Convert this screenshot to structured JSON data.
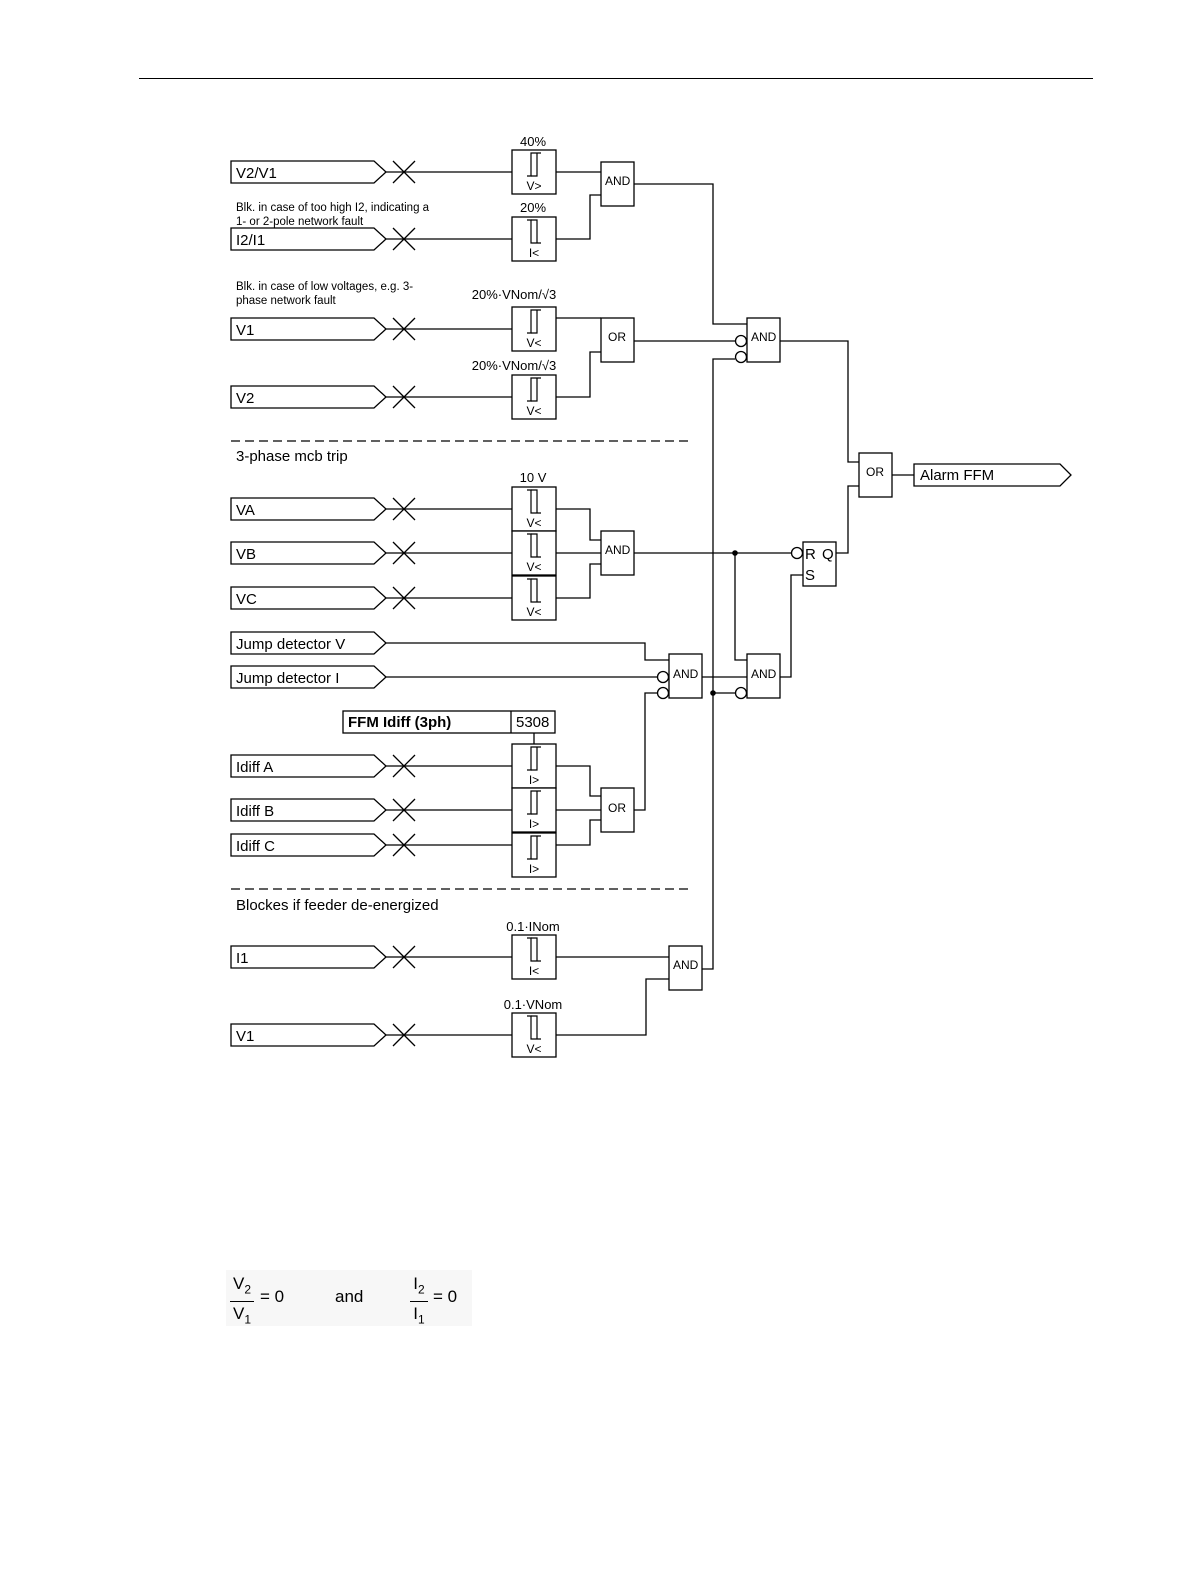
{
  "inputs": {
    "v2v1": "V2/V1",
    "i2i1": "I2/I1",
    "v1_a": "V1",
    "v2": "V2",
    "va": "VA",
    "vb": "VB",
    "vc": "VC",
    "jump_v": "Jump detector V",
    "jump_i": "Jump detector I",
    "idiff_a": "Idiff A",
    "idiff_b": "Idiff B",
    "idiff_c": "Idiff C",
    "i1": "I1",
    "v1_b": "V1"
  },
  "thresholds": {
    "v2v1": "40%",
    "i2i1": "20%",
    "v1": "20%·VNom/√3",
    "v2": "20%·VNom/√3",
    "vabc": "10 V",
    "i1": "0.1·INom",
    "v1_b": "0.1·VNom"
  },
  "comparators": {
    "v_gt": "V>",
    "i_lt": "I<",
    "v_lt": "V<",
    "i_gt": "I>"
  },
  "notes": {
    "blk_i2_line1": "Blk. in case of too high I2, indicating a",
    "blk_i2_line2": "1- or 2-pole network fault",
    "blk_low_v_line1": "Blk. in case of low voltages, e.g. 3-",
    "blk_low_v_line2": "phase network fault",
    "mcb_trip": "3-phase mcb trip",
    "deenergized": "Blockes if feeder de-energized"
  },
  "gates": {
    "and": "AND",
    "or": "OR"
  },
  "flipflop": {
    "r": "R",
    "q": "Q",
    "s": "S"
  },
  "setting": {
    "name": "FFM Idiff (3ph)",
    "address": "5308"
  },
  "output": "Alarm FFM",
  "formula": {
    "v_num": "V",
    "v_num_sub": "2",
    "v_den": "V",
    "v_den_sub": "1",
    "eq1": "=  0",
    "and": "and",
    "i_num": "I",
    "i_num_sub": "2",
    "i_den": "I",
    "i_den_sub": "1",
    "eq2": "=  0"
  }
}
